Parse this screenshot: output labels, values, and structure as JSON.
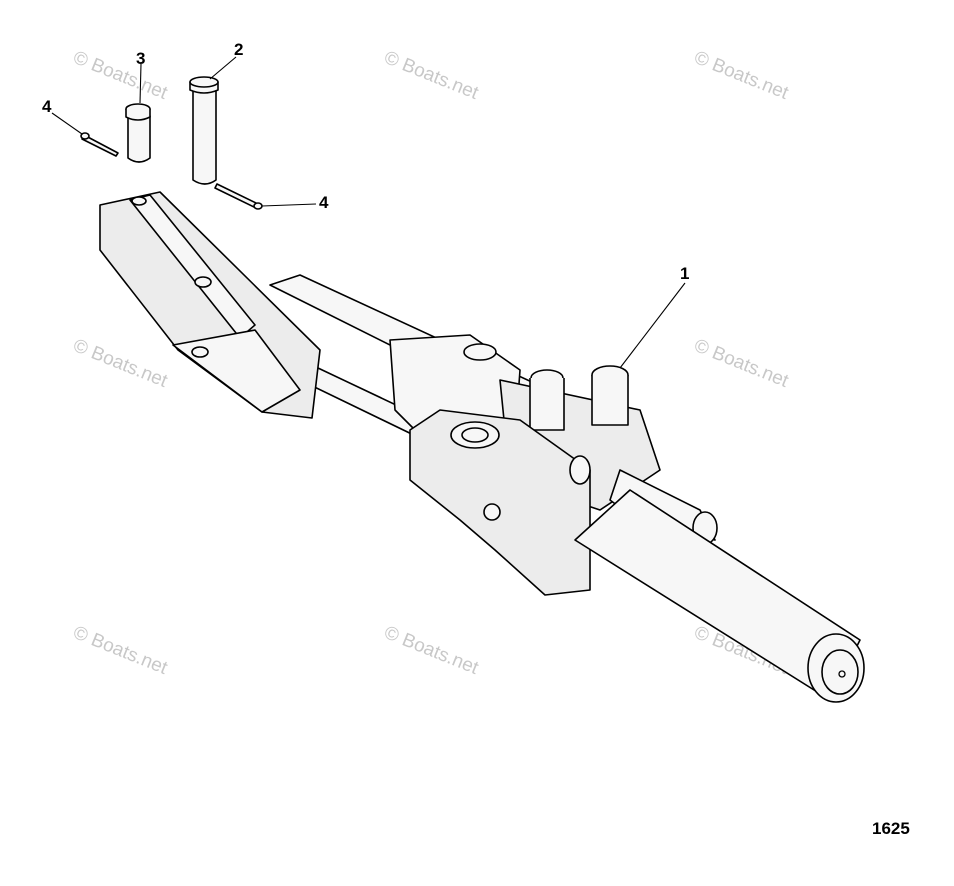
{
  "watermark": {
    "text": "© Boats.net",
    "color": "#c8c8c8"
  },
  "callouts": [
    {
      "id": "part-1",
      "label": "1"
    },
    {
      "id": "part-2",
      "label": "2"
    },
    {
      "id": "part-3",
      "label": "3"
    },
    {
      "id": "part-4a",
      "label": "4"
    },
    {
      "id": "part-4b",
      "label": "4"
    }
  ],
  "figure_number": "1625"
}
